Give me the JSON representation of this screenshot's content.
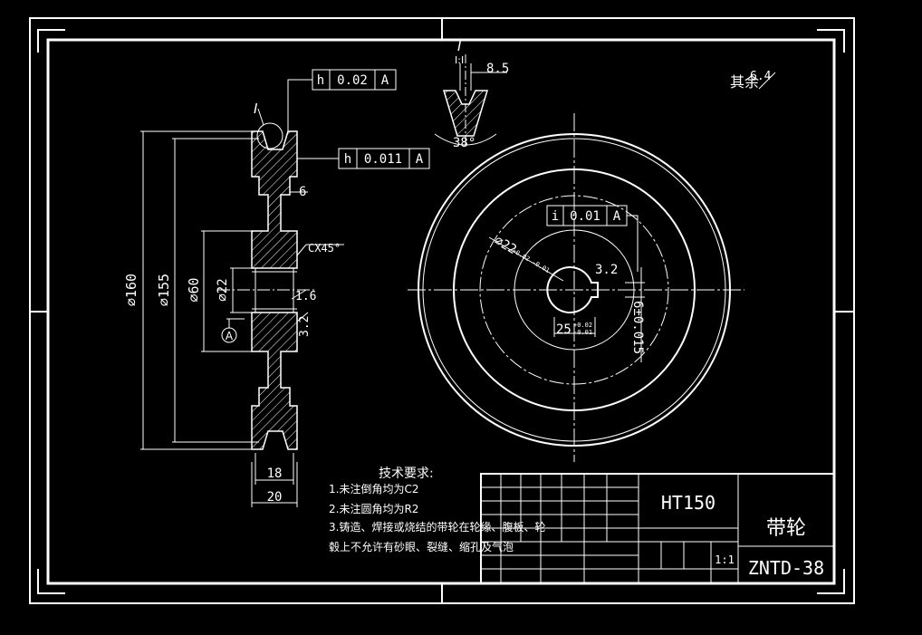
{
  "dimensions": {
    "d160": "⌀160",
    "d155": "⌀155",
    "d60": "⌀60",
    "d22": "⌀22",
    "w18": "18",
    "w20": "20",
    "groove6": "6",
    "r16": "1.6",
    "r32_left": "3.2",
    "chamfer": "CX45°",
    "detail_85": "8.5",
    "detail_38": "38°",
    "key_d22": "⌀22",
    "key_d22_tol": "+0.02  -0.01",
    "key_25": "25",
    "key_25_tol_hi": "+0.02",
    "key_25_tol_lo": "-0.01",
    "key_6": "6±0.015",
    "key_32": "3.2",
    "roughness_other": "其余",
    "roughness_val": "6.4"
  },
  "labels": {
    "detail_marker": "I",
    "detail_scale": "I:I",
    "datum": "A"
  },
  "tolerance_frames": [
    {
      "sym": "h",
      "val": "0.02",
      "datum": "A"
    },
    {
      "sym": "h",
      "val": "0.011",
      "datum": "A"
    },
    {
      "sym": "i",
      "val": "0.01",
      "datum": "A"
    }
  ],
  "notes": {
    "title": "技术要求:",
    "items": [
      "1.未注倒角均为C2",
      "2.未注圆角均为R2",
      "3.铸造、焊接或烧结的带轮在轮缘、腹板、轮",
      "  毂上不允许有砂眼、裂缝、缩孔及气泡"
    ]
  },
  "title_block": {
    "material": "HT150",
    "part_name": "带轮",
    "drawing_no": "ZNTD-38",
    "scale": "1:1"
  }
}
